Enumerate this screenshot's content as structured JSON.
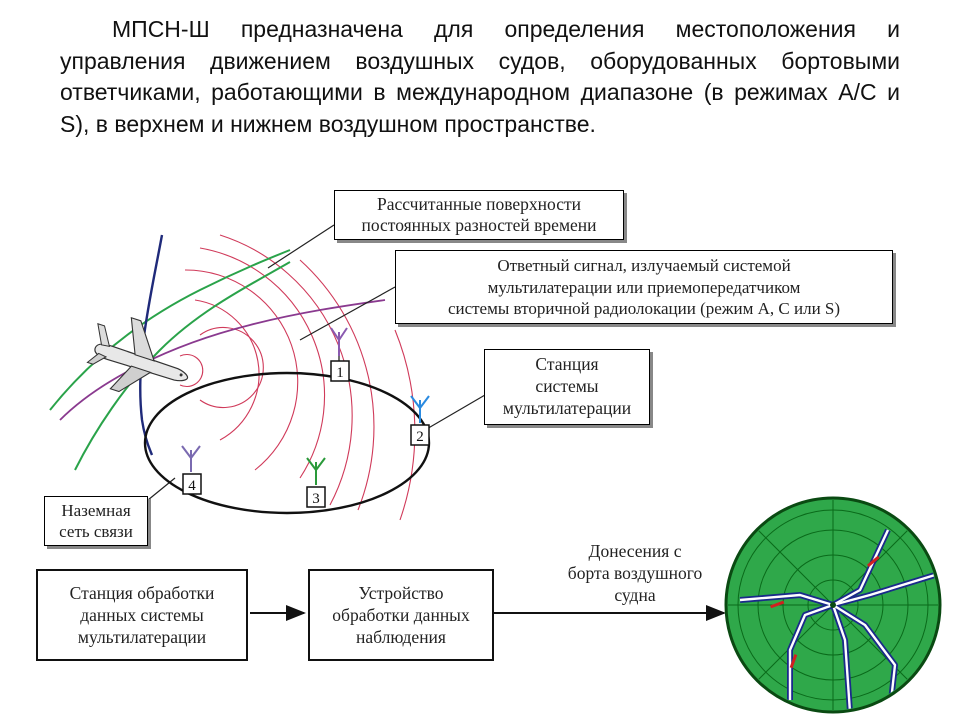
{
  "intro": {
    "text": "МПСН-Ш предназначена для определения местоположения и управления движением воздушных судов, оборудованных бортовыми ответчиками, работающими в международном диапазоне (в режимах A/C и S), в верхнем и нижнем воздушном пространстве."
  },
  "callouts": {
    "surfaces": [
      "Рассчитанные поверхности",
      "постоянных разностей времени"
    ],
    "reply_signal": [
      "Ответный сигнал, излучаемый системой",
      "мультилатерации или приемопередатчиком",
      "системы вторичной радиолокации (режим A, C или S)"
    ],
    "station": [
      "Станция",
      "системы",
      "мультилатерации"
    ],
    "ground_network": [
      "Наземная",
      "сеть связи"
    ]
  },
  "stations": {
    "s1": "1",
    "s2": "2",
    "s3": "3",
    "s4": "4"
  },
  "flow": {
    "processing_station": [
      "Станция обработки",
      "данных системы",
      "мультилатерации"
    ],
    "surveillance_device": [
      "Устройство",
      "обработки данных",
      "наблюдения"
    ],
    "reports": [
      "Донесения с",
      "борта воздушного",
      "судна"
    ]
  },
  "colors": {
    "hyperbola_green": "#2aa34a",
    "hyperbola_purple": "#8a3a8f",
    "trajectory_navy": "#1f2a7a",
    "signal_rings": "#d03a5a",
    "radar_green": "#2fa84a",
    "radar_grid": "#0a6a1a",
    "antenna_purple": "#8a5ab0",
    "antenna_blue": "#2a8ae0",
    "antenna_green": "#2a9a3a"
  },
  "icons": {
    "aircraft": "aircraft-icon",
    "antenna": "antenna-icon",
    "radar_display": "radar-display-icon"
  }
}
